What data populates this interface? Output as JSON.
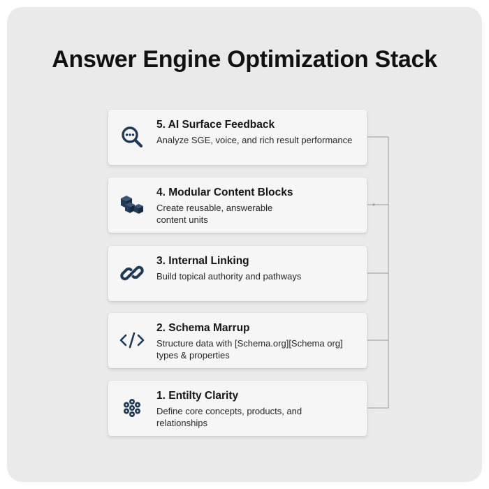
{
  "title": "Answer Engine Optimization Stack",
  "layers": [
    {
      "heading": "5. AI Surface Feedback",
      "description": "Analyze SGE, voice, and rich result performance",
      "icon": "magnifier-chat-icon"
    },
    {
      "heading": "4. Modular Content Blocks",
      "description": "Create reusable, answerable\ncontent units",
      "icon": "cubes-icon"
    },
    {
      "heading": "3. Internal Linking",
      "description": "Build topical authority and pathways",
      "icon": "link-icon"
    },
    {
      "heading": "2. Schema Marrup",
      "description": "Structure data with [Schema.org][Schema org]\ntypes & properties",
      "icon": "code-icon"
    },
    {
      "heading": "1. Entilty Clarity",
      "description": "Define core concepts, products, and\nrelationships",
      "icon": "network-cluster-icon"
    }
  ],
  "colors": {
    "icon": "#1f3a57",
    "background": "#eaeaea",
    "card": "#f6f6f6",
    "connector": "#9a9a9a"
  }
}
